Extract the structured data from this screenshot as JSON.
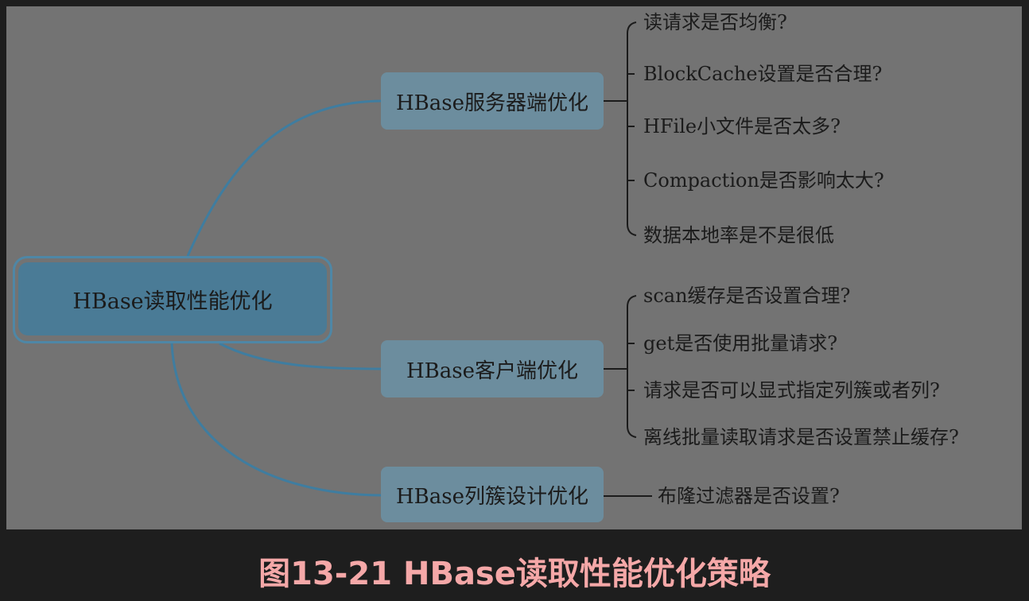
{
  "diagram": {
    "root": {
      "label": "HBase读取性能优化"
    },
    "branches": [
      {
        "label": "HBase服务器端优化",
        "items": [
          "读请求是否均衡?",
          "BlockCache设置是否合理?",
          "HFile小文件是否太多?",
          "Compaction是否影响太大?",
          "数据本地率是不是很低"
        ]
      },
      {
        "label": "HBase客户端优化",
        "items": [
          "scan缓存是否设置合理?",
          "get是否使用批量请求?",
          "请求是否可以显式指定列簇或者列?",
          "离线批量读取请求是否设置禁止缓存?"
        ]
      },
      {
        "label": "HBase列簇设计优化",
        "items": [
          "布隆过滤器是否设置?"
        ]
      }
    ]
  },
  "caption": "图13-21 HBase读取性能优化策略",
  "colors": {
    "page_background": "#1e1e1e",
    "panel_background": "#737373",
    "root_fill": "#4a7b96",
    "root_border": "#4e87a6",
    "branch_fill": "#6c8d9e",
    "connector": "#3f7da0",
    "bracket": "#1b1b1b",
    "caption": "#f5a8a8"
  }
}
